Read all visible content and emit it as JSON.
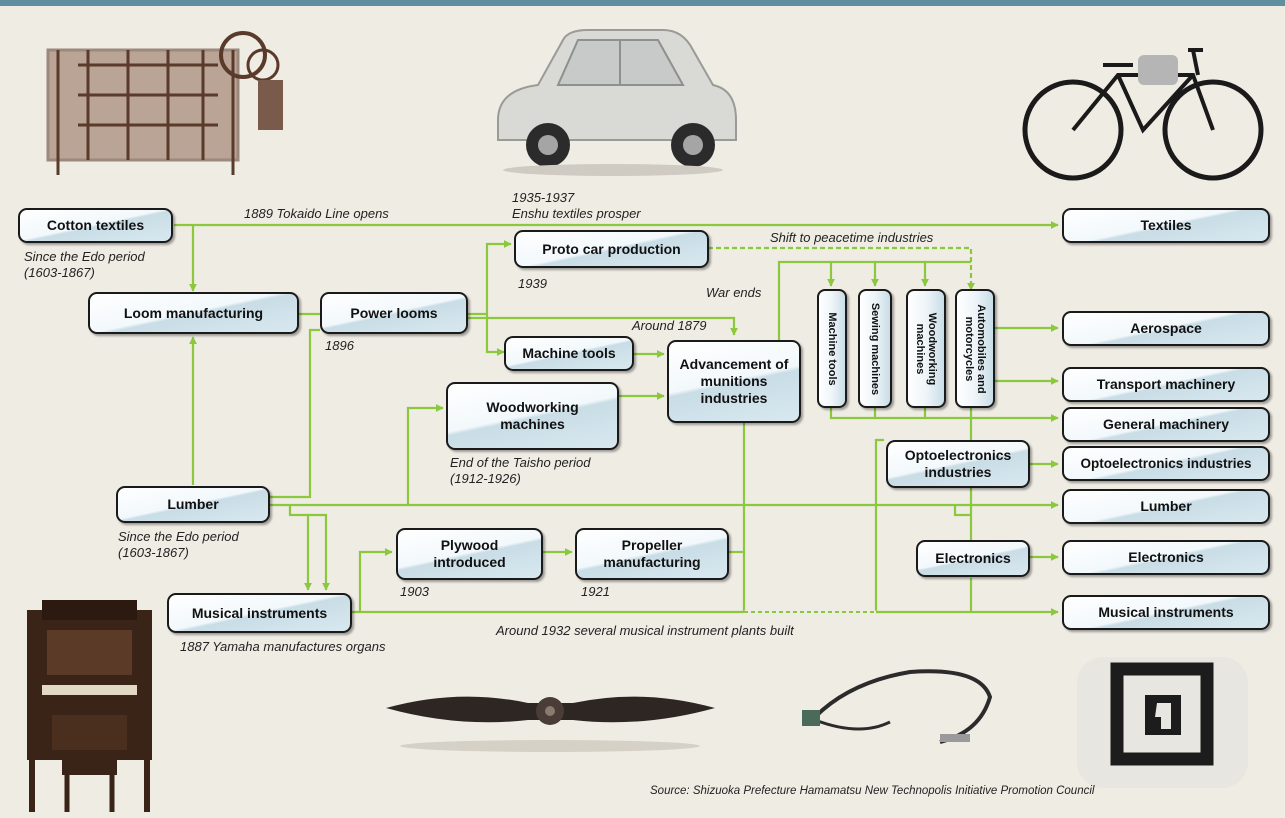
{
  "nodes": {
    "cotton_textiles": "Cotton textiles",
    "loom_manufacturing": "Loom manufacturing",
    "power_looms": "Power looms",
    "proto_car_production": "Proto car production",
    "machine_tools": "Machine tools",
    "woodworking_machines": "Woodworking machines",
    "advancement_munitions": "Advancement of munitions industries",
    "lumber": "Lumber",
    "plywood_introduced": "Plywood introduced",
    "propeller_manufacturing": "Propeller manufacturing",
    "musical_instruments": "Musical instruments",
    "optoelectronics_industries": "Optoelectronics industries",
    "electronics": "Electronics",
    "v_machine_tools": "Machine tools",
    "v_sewing_machines": "Sewing machines",
    "v_woodworking_machines": "Woodworking machines",
    "v_automobiles_motorcycles": "Automobiles and motorcycles"
  },
  "outputs": {
    "textiles": "Textiles",
    "aerospace": "Aerospace",
    "transport_machinery": "Transport machinery",
    "general_machinery": "General machinery",
    "optoelectronics_industries": "Optoelectronics industries",
    "lumber": "Lumber",
    "electronics": "Electronics",
    "musical_instruments": "Musical instruments"
  },
  "annotations": {
    "tokaido": "1889 Tokaido Line opens",
    "enshu_1": "1935-1937",
    "enshu_2": "Enshu textiles prosper",
    "edo_1_a": "Since the Edo period",
    "edo_1_b": "(1603-1867)",
    "shift": "Shift to peacetime industries",
    "y1939": "1939",
    "war_ends": "War ends",
    "around1879": "Around 1879",
    "y1896": "1896",
    "taisho_a": "End of the Taisho period",
    "taisho_b": "(1912-1926)",
    "edo_2_a": "Since the Edo period",
    "edo_2_b": "(1603-1867)",
    "y1903": "1903",
    "y1921": "1921",
    "around1932": "Around 1932 several musical instrument plants built",
    "yamaha": "1887 Yamaha manufactures organs"
  },
  "images": [
    "power-loom-photo",
    "early-car-photo",
    "motorized-bicycle-photo",
    "organ-photo",
    "propeller-photo",
    "optical-cable-photo",
    "yamaha-logo-print"
  ],
  "source": "Source: Shizuoka Prefecture Hamamatsu New Technopolis Initiative Promotion Council",
  "colors": {
    "connector": "#8cc83e",
    "node_border": "#1a1a1a",
    "node_fill": "#dcebf1",
    "top_bar": "#5f8f9e"
  }
}
